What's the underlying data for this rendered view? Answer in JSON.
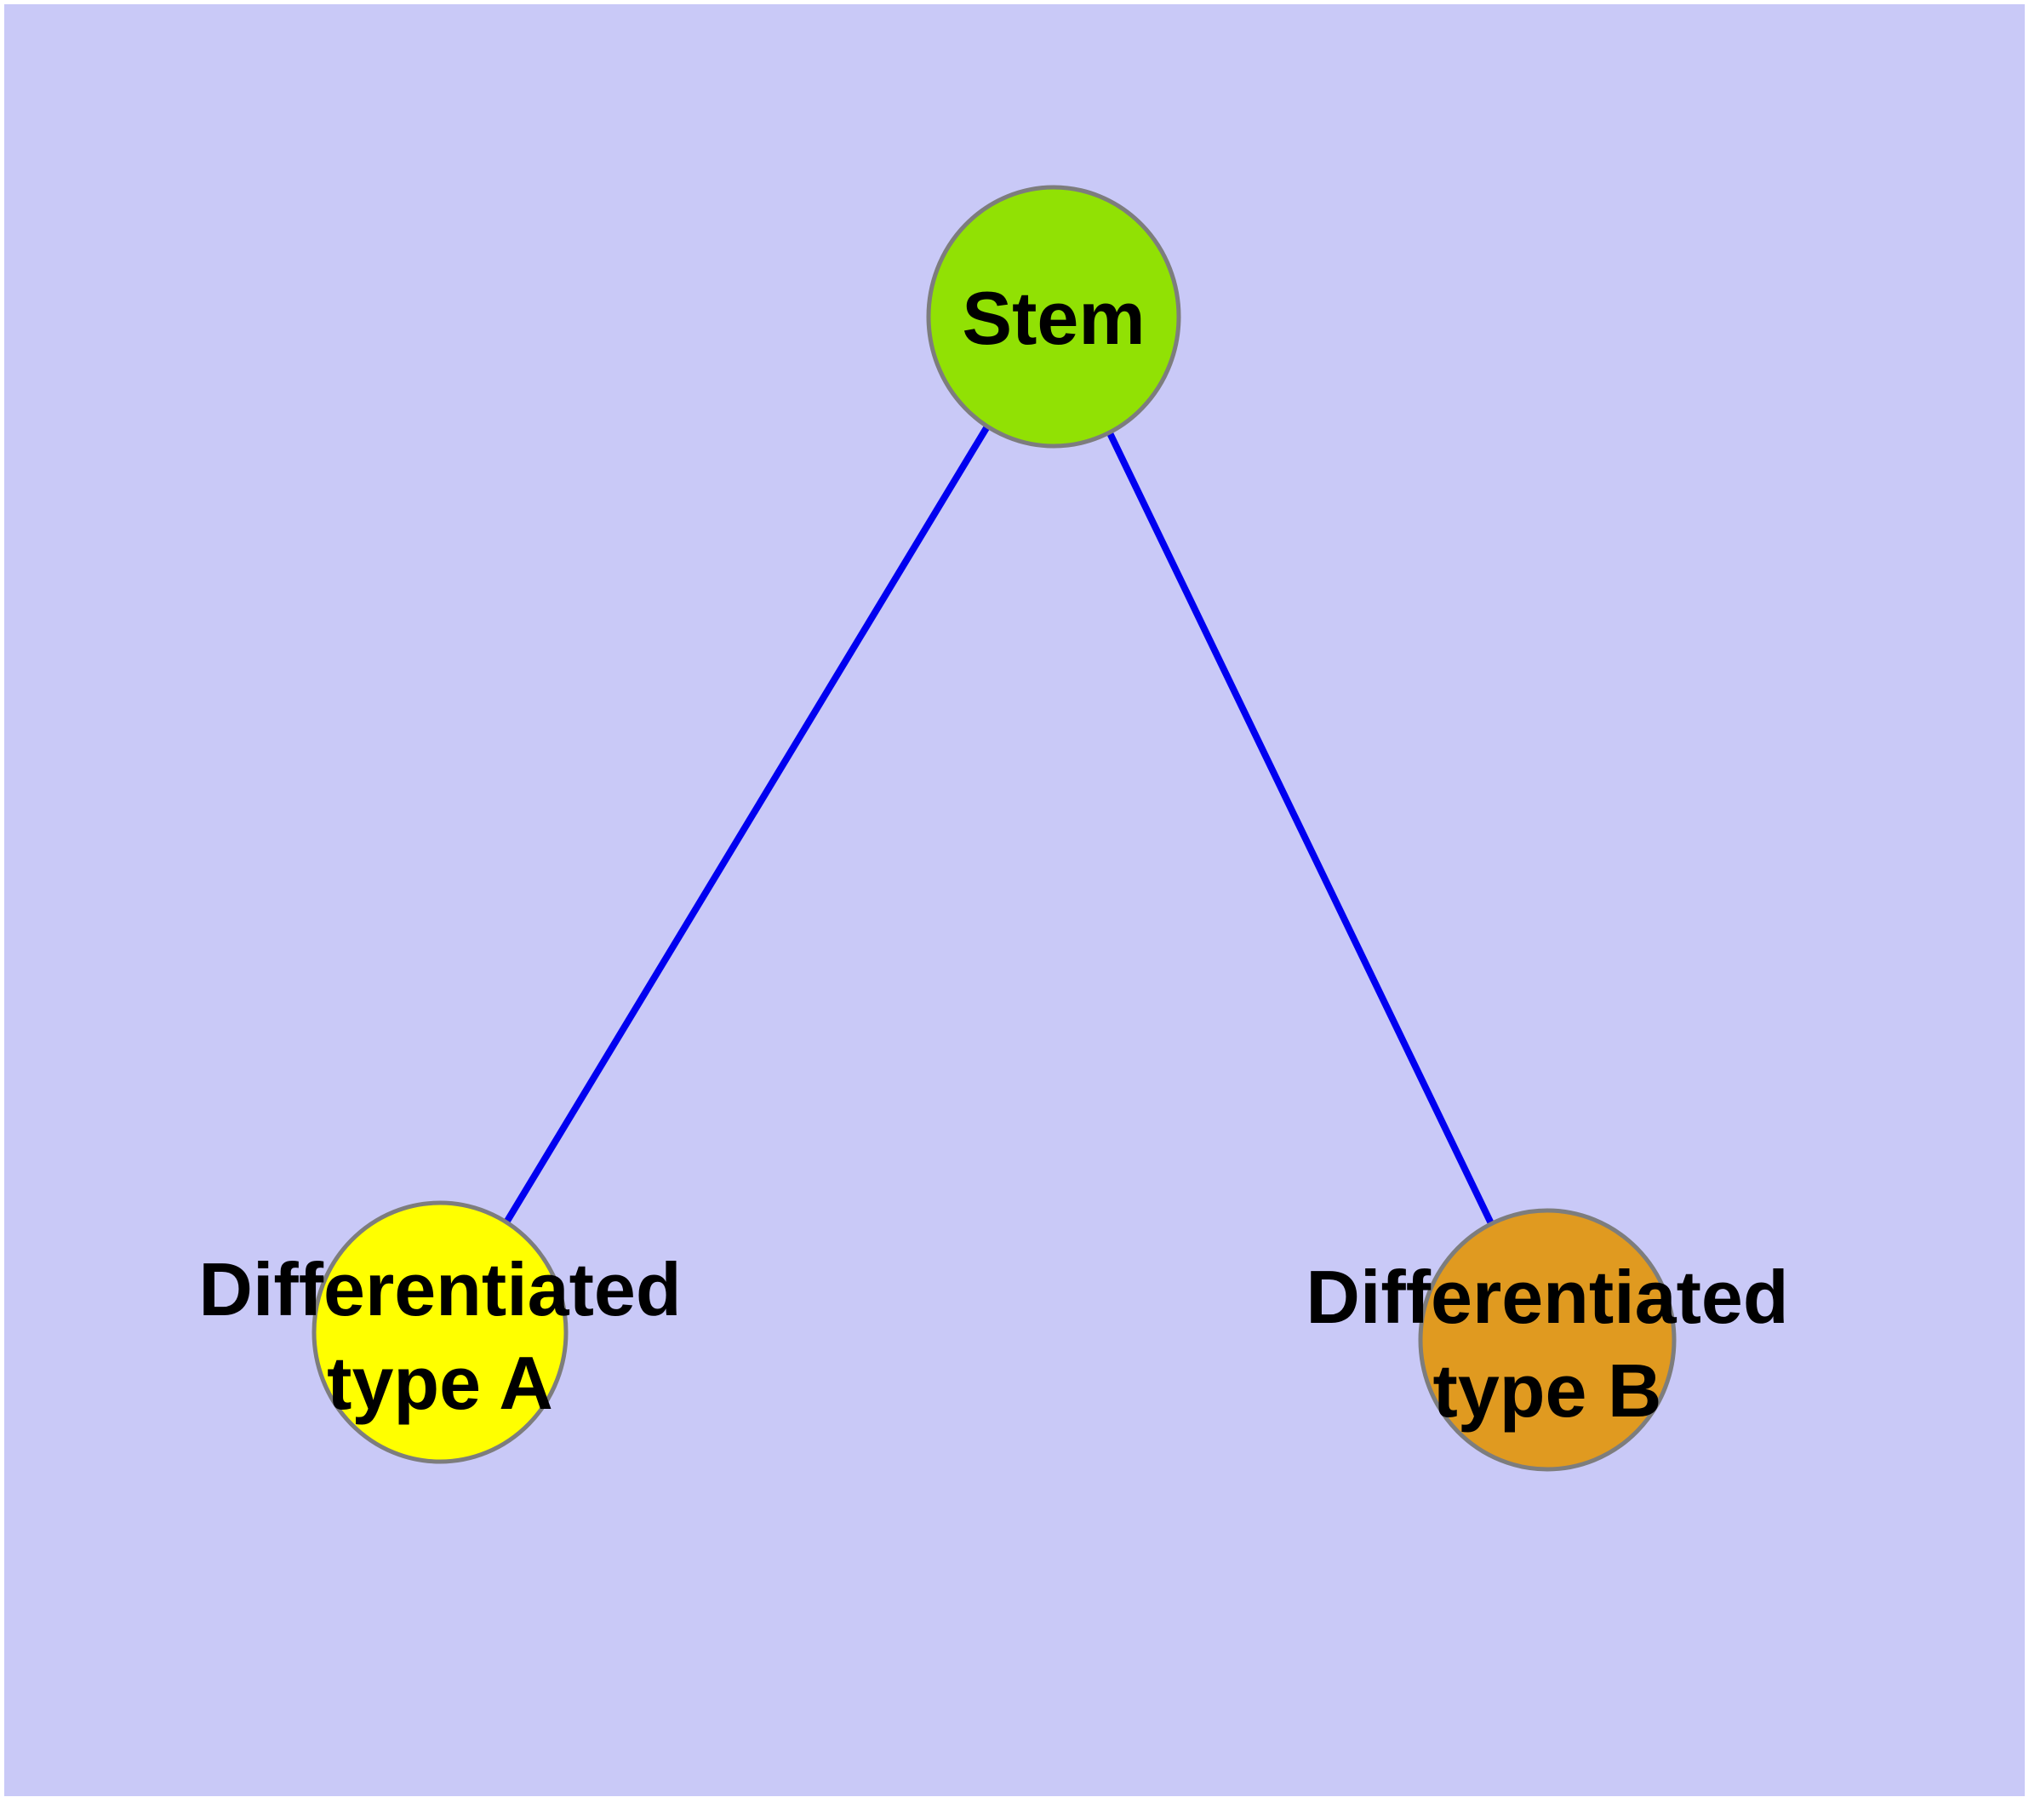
{
  "diagram": {
    "kind": "graph",
    "background_color": "#c9c9f7",
    "page_margin_color": "#ffffff",
    "node_border_color": "#7d7d7d",
    "label_color": "#000000",
    "nodes": {
      "stem": {
        "label": "Stem",
        "fill": "#91e104"
      },
      "differentiated_a": {
        "label_line1": "Differentiated",
        "label_line2": "type A",
        "fill": "#ffff00"
      },
      "differentiated_b": {
        "label_line1": "Differentiated",
        "label_line2": "type B",
        "fill": "#e09a20"
      }
    },
    "edges": {
      "color": "#0000f0",
      "items": [
        {
          "from": "stem",
          "to": "differentiated_a"
        },
        {
          "from": "stem",
          "to": "differentiated_b"
        }
      ]
    }
  }
}
